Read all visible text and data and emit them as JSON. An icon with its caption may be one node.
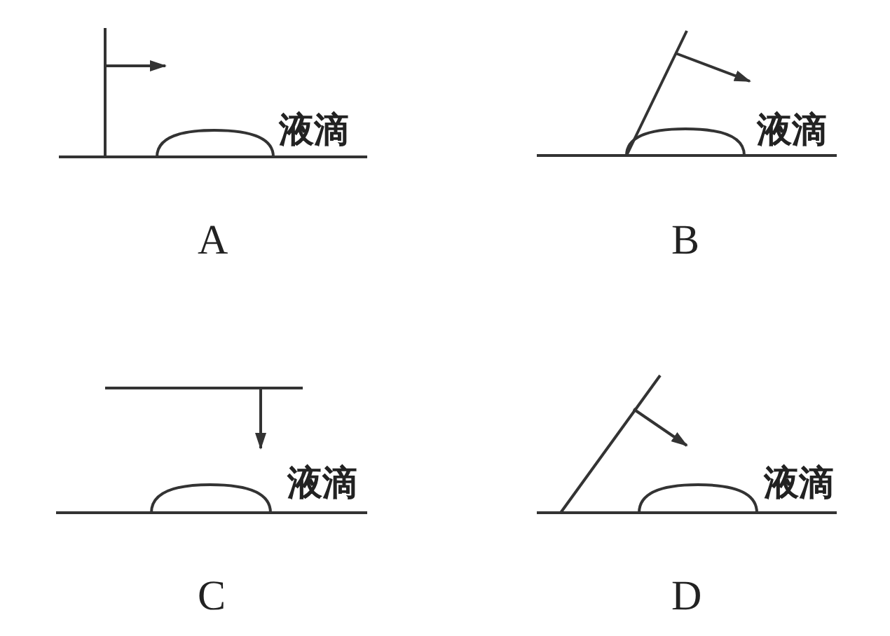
{
  "diagram": {
    "labels": [
      "液滴",
      "液滴",
      "A",
      "B",
      "液滴",
      "液滴",
      "C",
      "D"
    ]
  }
}
